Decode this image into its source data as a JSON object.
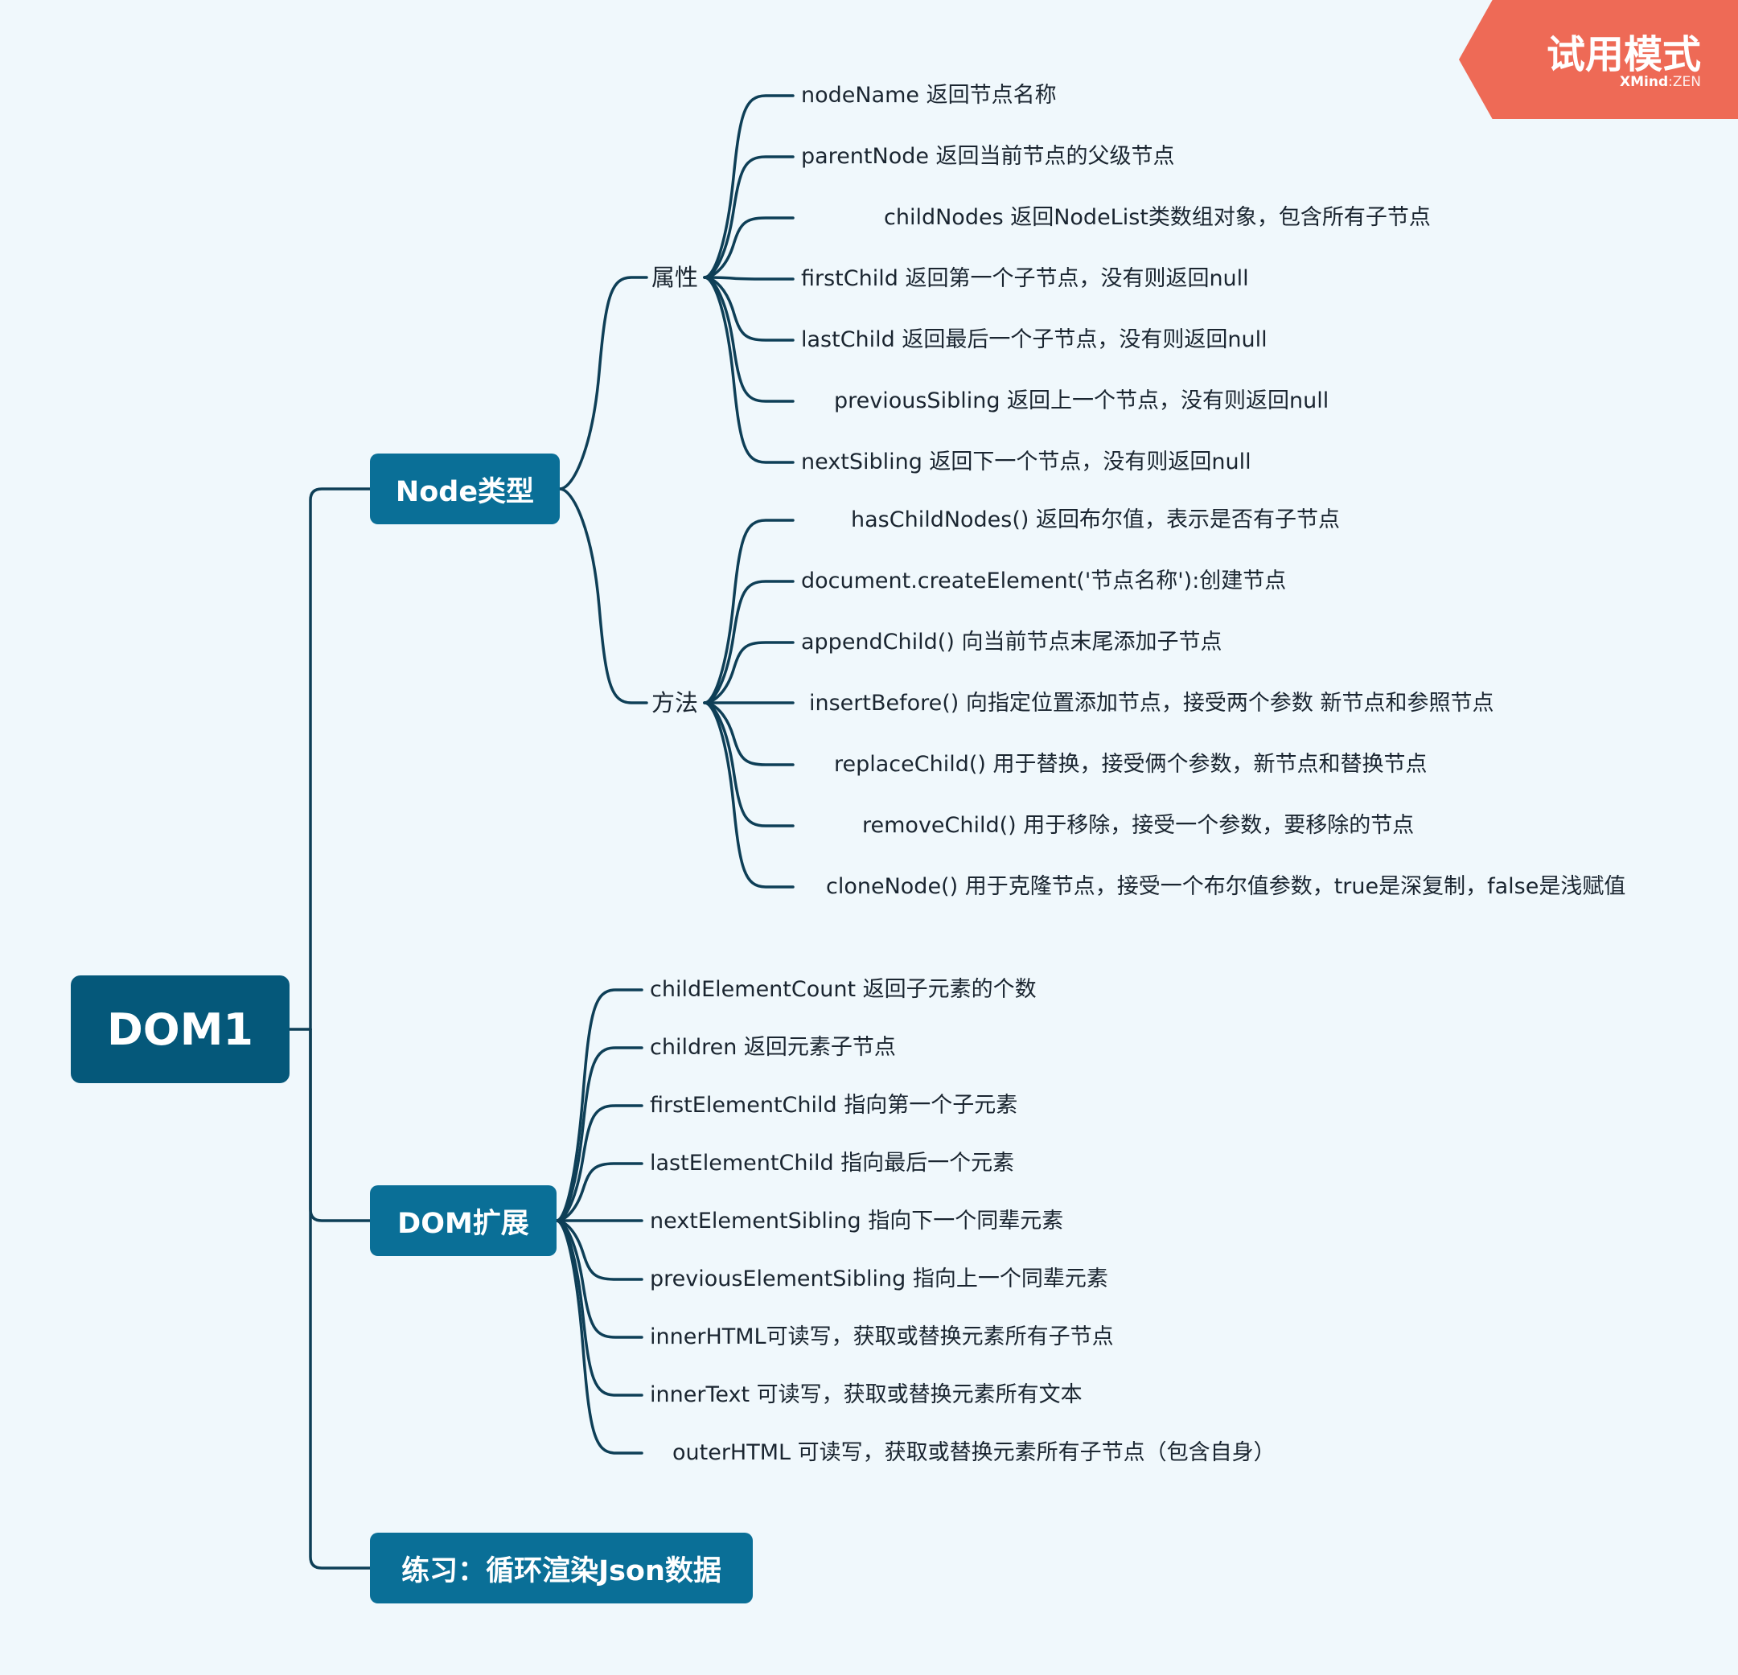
{
  "badge": {
    "title": "试用模式",
    "brand_bold": "XMind",
    "brand_sep": ":",
    "brand_light": "ZEN"
  },
  "root": {
    "label": "DOM1"
  },
  "node_type": {
    "label": "Node类型",
    "properties": {
      "label": "属性",
      "items": [
        "nodeName 返回节点名称",
        "parentNode 返回当前节点的父级节点",
        "childNodes 返回NodeList类数组对象，包含所有子节点",
        "firstChild 返回第一个子节点，没有则返回null",
        "lastChild 返回最后一个子节点，没有则返回null",
        "previousSibling 返回上一个节点，没有则返回null",
        "nextSibling 返回下一个节点，没有则返回null"
      ]
    },
    "methods": {
      "label": "方法",
      "items": [
        "hasChildNodes() 返回布尔值，表示是否有子节点",
        "document.createElement('节点名称'):创建节点",
        "appendChild() 向当前节点末尾添加子节点",
        "insertBefore() 向指定位置添加节点，接受两个参数 新节点和参照节点",
        "replaceChild() 用于替换，接受俩个参数，新节点和替换节点",
        "removeChild() 用于移除，接受一个参数，要移除的节点",
        "cloneNode() 用于克隆节点，接受一个布尔值参数，true是深复制，false是浅赋值"
      ]
    }
  },
  "dom_ext": {
    "label": "DOM扩展",
    "items": [
      "childElementCount 返回子元素的个数",
      "children 返回元素子节点",
      "firstElementChild 指向第一个子元素",
      "lastElementChild 指向最后一个元素",
      "nextElementSibling 指向下一个同辈元素",
      "previousElementSibling 指向上一个同辈元素",
      "innerHTML可读写，获取或替换元素所有子节点",
      "innerText 可读写，获取或替换元素所有文本",
      "outerHTML 可读写，获取或替换元素所有子节点（包含自身）"
    ]
  },
  "practice": {
    "label": "练习：循环渲染Json数据"
  }
}
